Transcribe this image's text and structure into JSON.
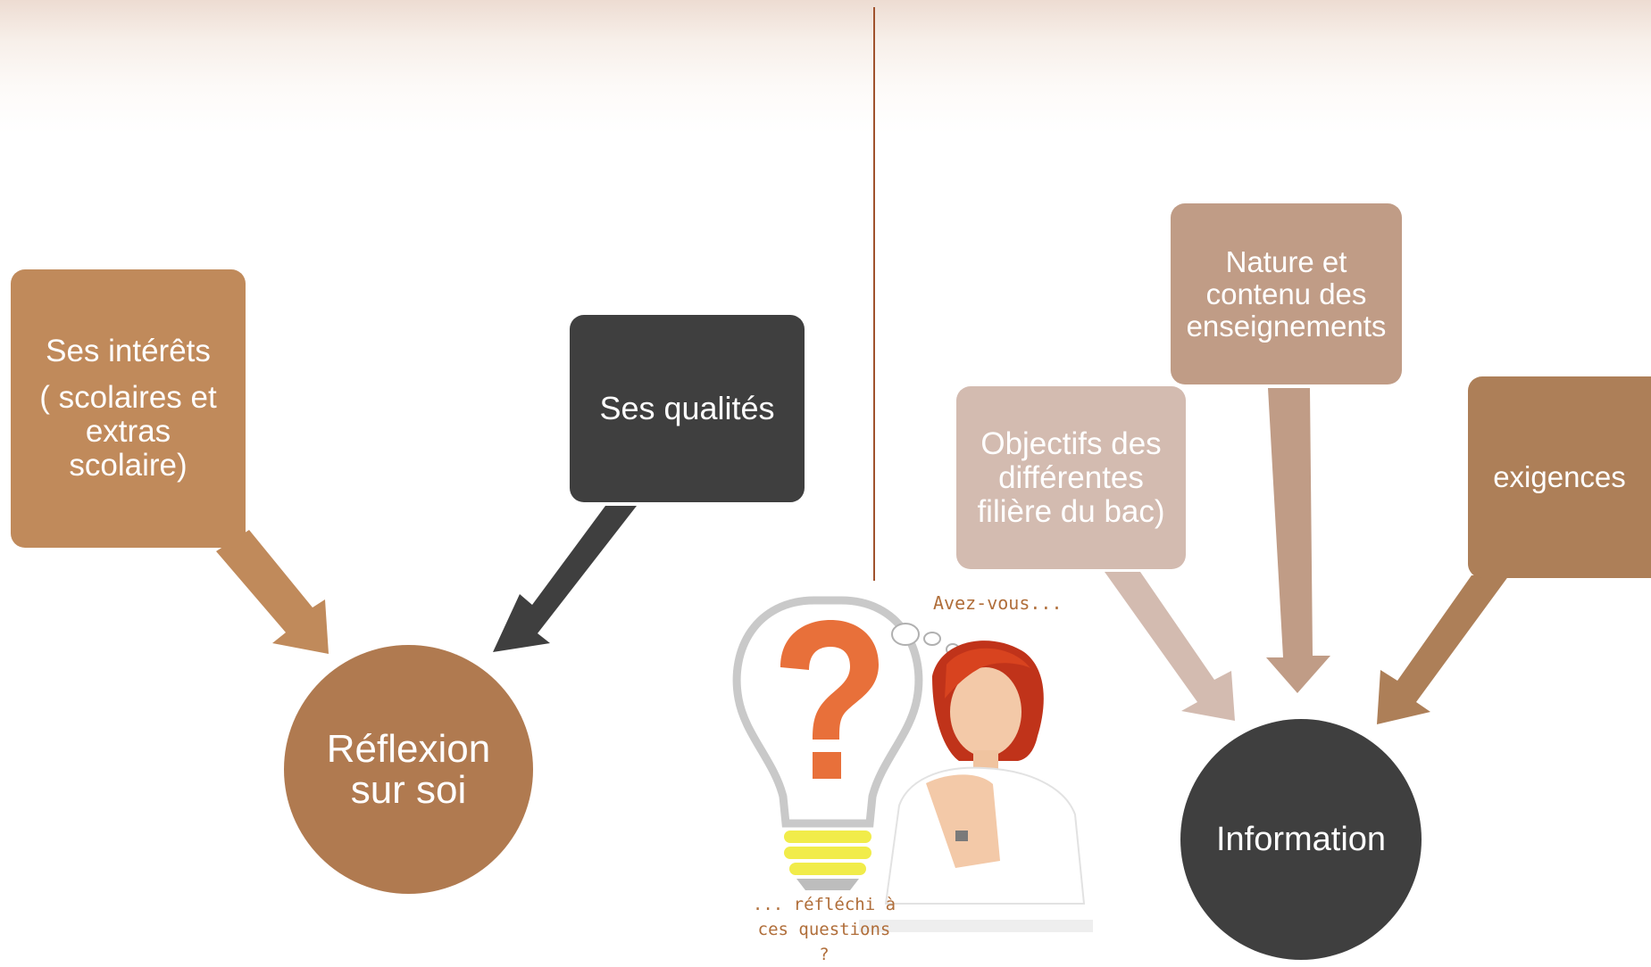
{
  "left_diagram": {
    "box_interets": {
      "title": "Ses intérêts",
      "lines": [
        "( scolaires et",
        "extras",
        "scolaire)"
      ]
    },
    "box_qualites": {
      "label": "Ses qualités"
    },
    "circle": {
      "lines": [
        "Réflexion",
        "sur soi"
      ]
    }
  },
  "right_diagram": {
    "box_objectifs": {
      "lines": [
        "Objectifs des",
        "différentes",
        "filière du bac)"
      ]
    },
    "box_nature": {
      "lines": [
        "Nature et",
        "contenu des",
        "enseignements"
      ]
    },
    "box_exigences": {
      "label": "exigences"
    },
    "circle": {
      "label": "Information"
    }
  },
  "illustration": {
    "thought_text": "Avez-vous...",
    "caption_lines": [
      "... réfléchi à",
      "ces questions ?"
    ]
  },
  "colors": {
    "interets": "#c08a5b",
    "qualites": "#3f3f3f",
    "reflexion": "#b07a50",
    "objectifs": "#d3bbb0",
    "nature": "#c09c86",
    "exigences": "#ad7f58",
    "information": "#3f3f3f",
    "divider": "#a0522d"
  },
  "icons": [
    "lightbulb-icon",
    "question-mark-icon",
    "thought-bubble-icon",
    "woman-thinking-figure"
  ]
}
